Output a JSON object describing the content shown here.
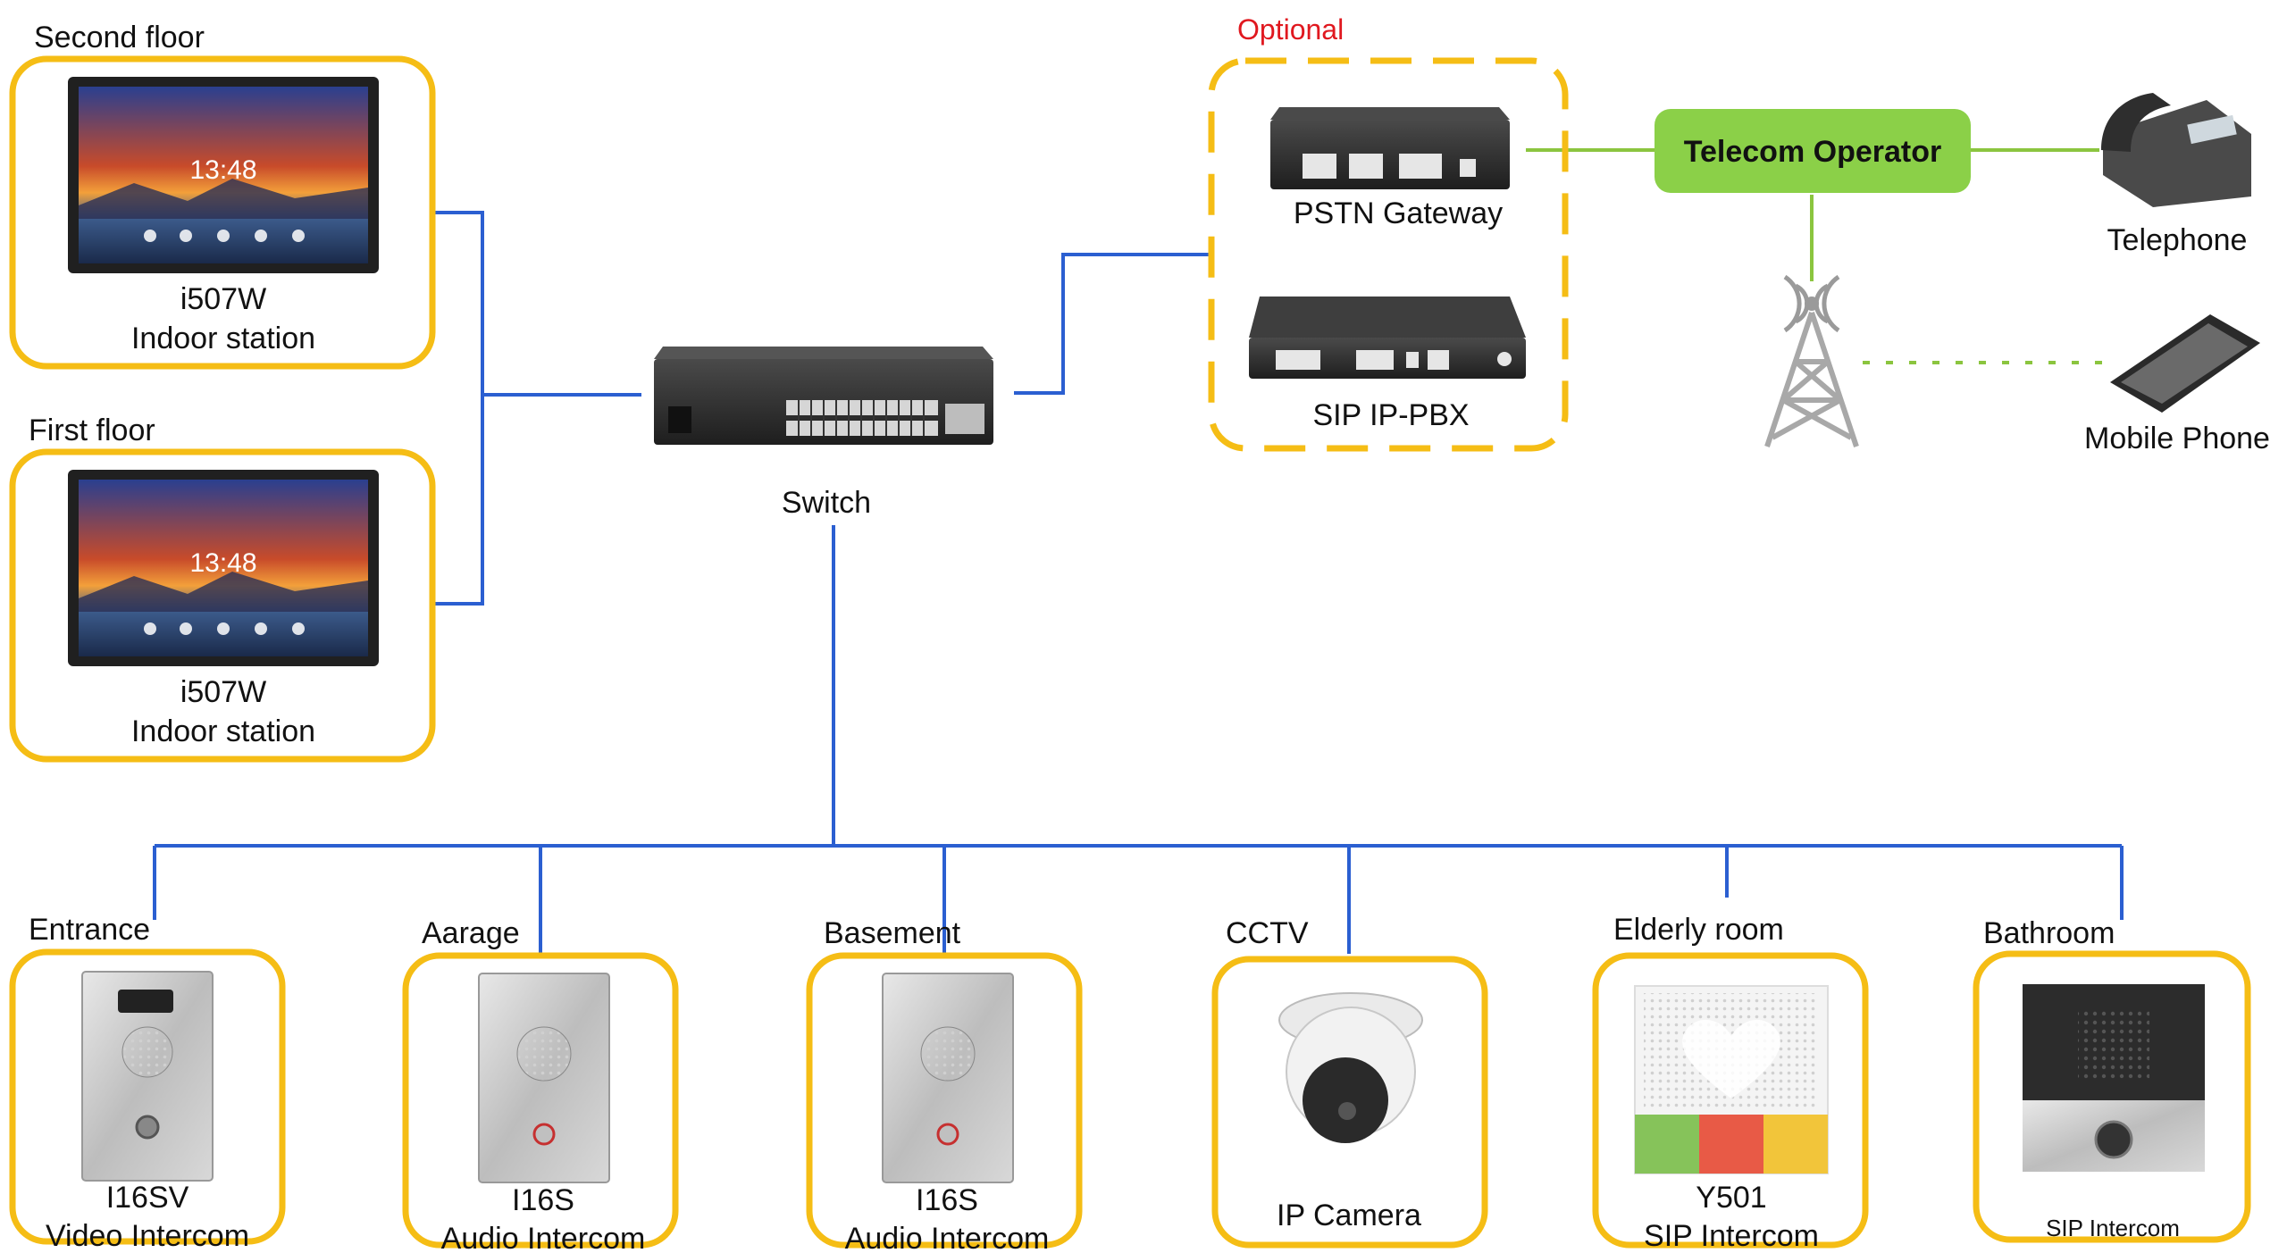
{
  "indoor": [
    {
      "location": "Second floor",
      "model": "i507W",
      "desc": "Indoor station",
      "time": "13:48"
    },
    {
      "location": "First floor",
      "model": "i507W",
      "desc": "Indoor station",
      "time": "13:48"
    }
  ],
  "switch": {
    "label": "Switch"
  },
  "optional": {
    "label": "Optional",
    "gateway": "PSTN Gateway",
    "pbx": "SIP IP-PBX"
  },
  "telecom": {
    "label": "Telecom Operator"
  },
  "telephone": {
    "label": "Telephone"
  },
  "mobile": {
    "label": "Mobile Phone"
  },
  "bottom": [
    {
      "location": "Entrance",
      "model": "I16SV",
      "desc": "Video Intercom"
    },
    {
      "location": "Aarage",
      "model": "I16S",
      "desc": "Audio Intercom"
    },
    {
      "location": "Basement",
      "model": "I16S",
      "desc": "Audio Intercom"
    },
    {
      "location": "CCTV",
      "model": "",
      "desc": "IP Camera"
    },
    {
      "location": "Elderly room",
      "model": "Y501",
      "desc": "SIP Intercom"
    },
    {
      "location": "Bathroom",
      "model": "",
      "desc": "SIP Intercom"
    }
  ],
  "colors": {
    "frame": "#f5bd15",
    "link": "#2b5fd1",
    "telecom_link": "#8bc53f",
    "telecom_fill": "#8bd048",
    "optional_text": "#e0181f"
  }
}
